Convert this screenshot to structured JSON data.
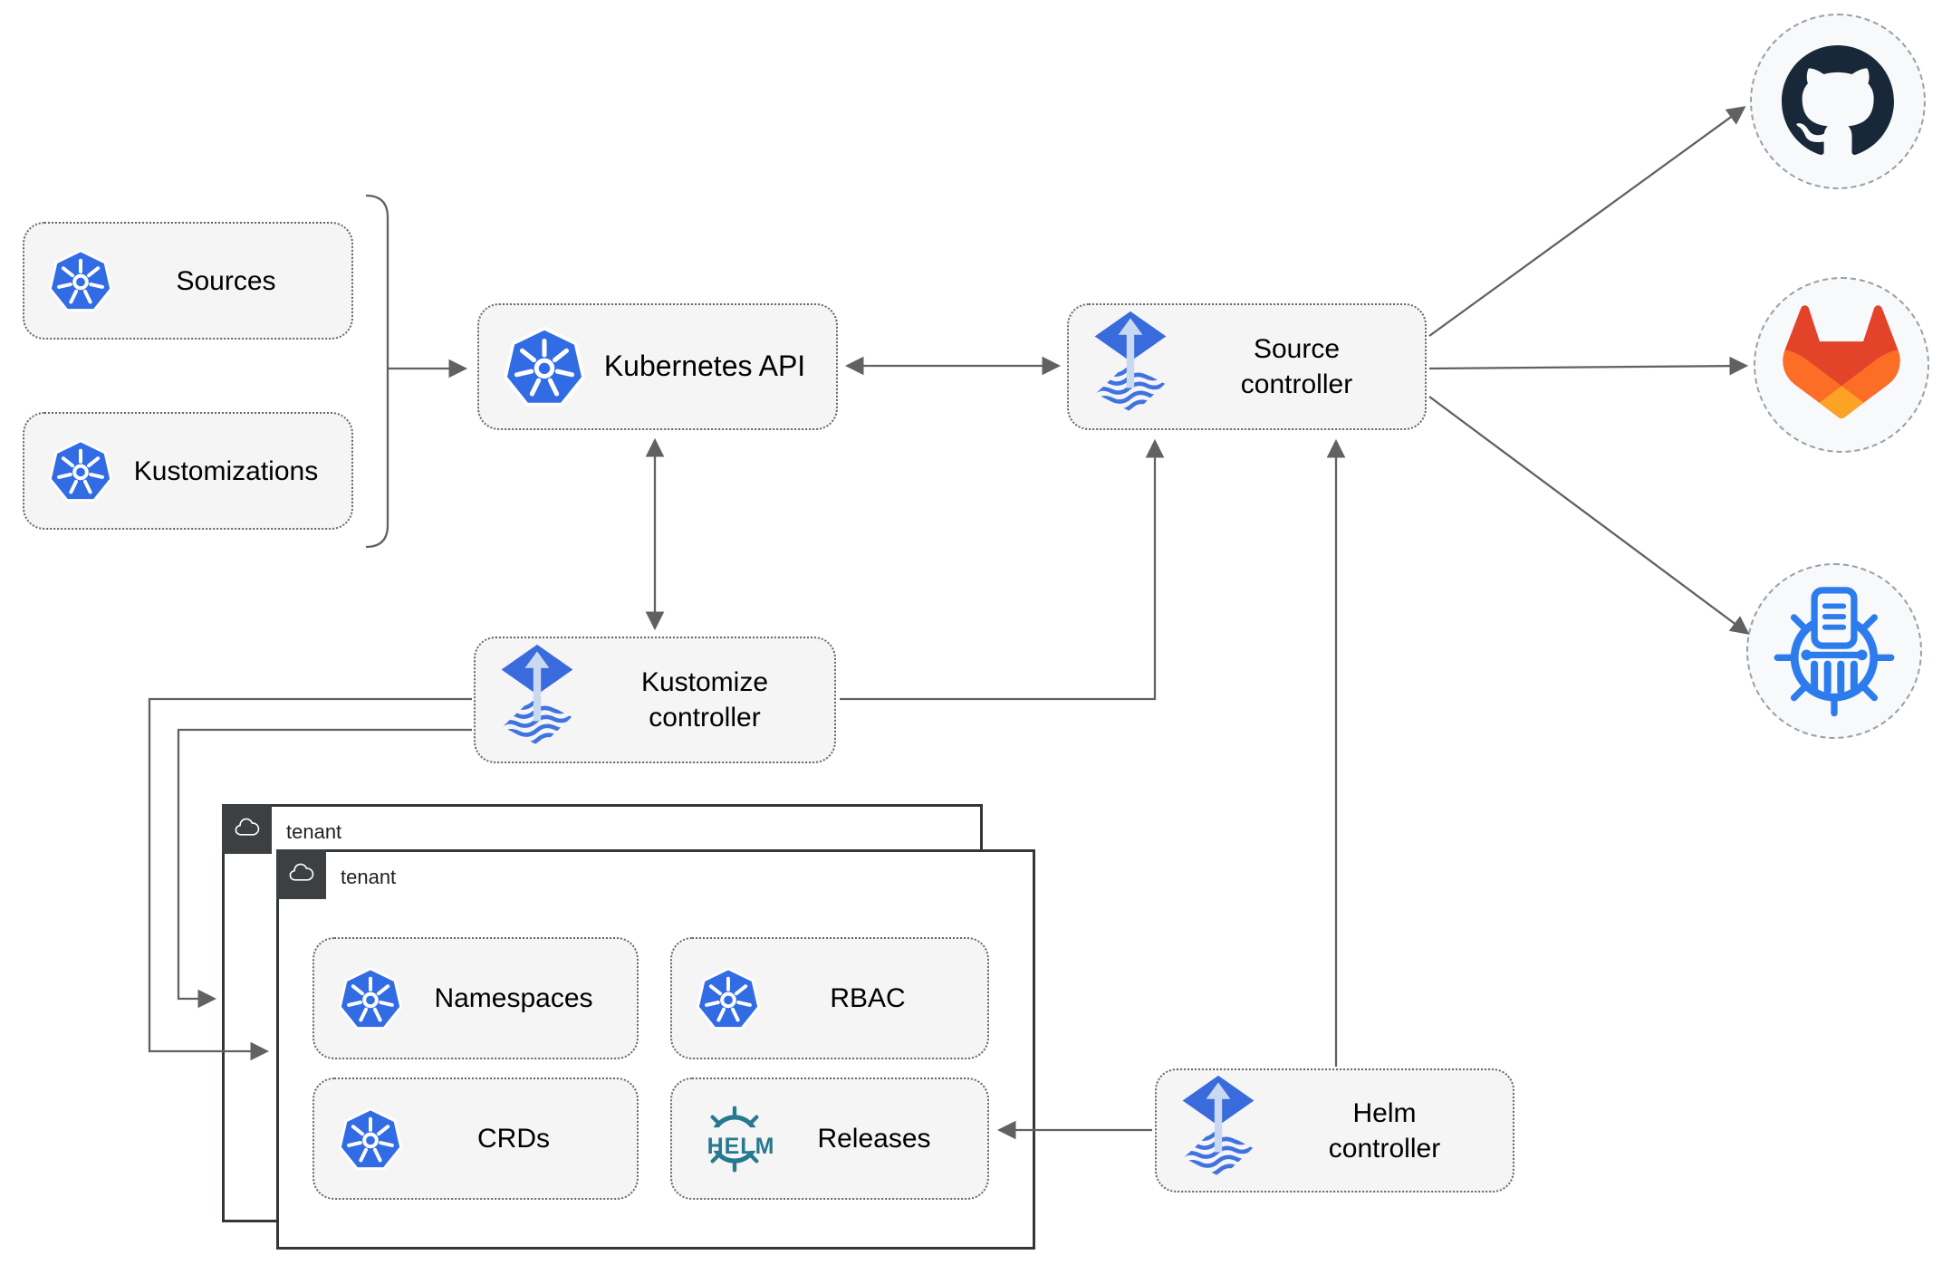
{
  "diagram": {
    "nodes": {
      "sources": {
        "label": "Sources",
        "icon": "kubernetes"
      },
      "kustomizations": {
        "label": "Kustomizations",
        "icon": "kubernetes"
      },
      "kubernetes_api": {
        "label": "Kubernetes API",
        "icon": "kubernetes"
      },
      "source_controller": {
        "label": "Source controller",
        "icon": "flux"
      },
      "kustomize_controller": {
        "label": "Kustomize controller",
        "icon": "flux"
      },
      "helm_controller": {
        "label": "Helm controller",
        "icon": "flux"
      },
      "namespaces": {
        "label": "Namespaces",
        "icon": "kubernetes"
      },
      "rbac": {
        "label": "RBAC",
        "icon": "kubernetes"
      },
      "crds": {
        "label": "CRDs",
        "icon": "kubernetes"
      },
      "releases": {
        "label": "Releases",
        "icon": "helm",
        "icon_text": "HELM"
      }
    },
    "tenants": {
      "back": {
        "label": "tenant",
        "icon": "cloud"
      },
      "front": {
        "label": "tenant",
        "icon": "cloud"
      }
    },
    "external_systems": [
      {
        "name": "github",
        "icon": "github-octocat"
      },
      {
        "name": "gitlab",
        "icon": "gitlab-tanuki"
      },
      {
        "name": "helm-chart-repository",
        "icon": "chartmuseum-wheel"
      }
    ],
    "edges": [
      {
        "from": "sources+kustomizations",
        "to": "kubernetes_api",
        "style": "bracket-arrow"
      },
      {
        "from": "kubernetes_api",
        "to": "source_controller",
        "style": "double-arrow"
      },
      {
        "from": "kubernetes_api",
        "to": "kustomize_controller",
        "style": "double-arrow"
      },
      {
        "from": "kustomize_controller",
        "to": "source_controller",
        "style": "arrow"
      },
      {
        "from": "kustomize_controller",
        "to": "tenant-front",
        "style": "arrow"
      },
      {
        "from": "kustomize_controller",
        "to": "tenant-back",
        "style": "arrow"
      },
      {
        "from": "helm_controller",
        "to": "source_controller",
        "style": "arrow"
      },
      {
        "from": "helm_controller",
        "to": "releases",
        "style": "arrow"
      },
      {
        "from": "source_controller",
        "to": "github",
        "style": "arrow"
      },
      {
        "from": "source_controller",
        "to": "gitlab",
        "style": "arrow"
      },
      {
        "from": "source_controller",
        "to": "helm-chart-repository",
        "style": "arrow"
      }
    ],
    "colors": {
      "kubernetes_blue": "#326ce5",
      "flux_blue": "#3a6bdd",
      "flux_light": "#c9d9f2",
      "helm_teal": "#27798f",
      "github_ink": "#182838",
      "gitlab_red": "#e24329",
      "gitlab_orange": "#fc6d26",
      "gitlab_amber": "#fca326",
      "chartmuseum_blue": "#2d7ced",
      "edge_gray": "#616161",
      "box_fill": "#f5f5f6",
      "tenant_badge": "#3c4043"
    }
  }
}
